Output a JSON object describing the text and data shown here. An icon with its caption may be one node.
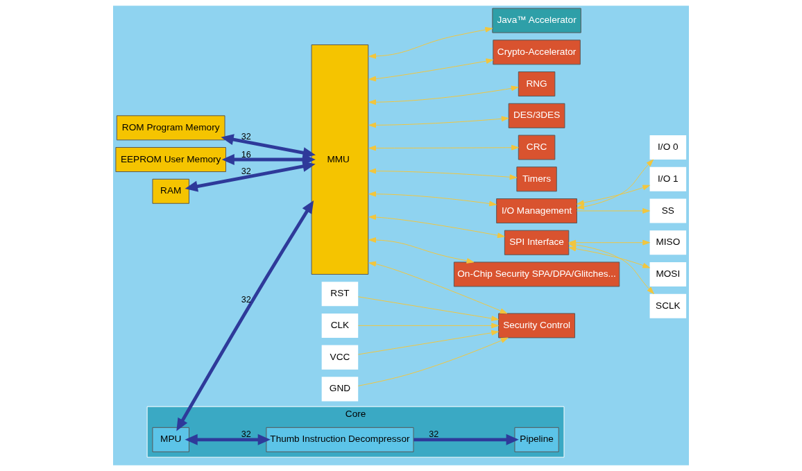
{
  "diagram": {
    "nodes": [
      {
        "text": [
          "ROM Program Memory"
        ]
      },
      {
        "text": [
          "EEPROM User Memory"
        ]
      },
      {
        "text": [
          "RAM"
        ]
      },
      {
        "text": [
          "Core"
        ]
      },
      {
        "text": [
          "MPU"
        ],
        "in": 3
      },
      {
        "text": [
          "Thumb Instruction Decompressor"
        ],
        "in": 3
      },
      {
        "text": [
          "Pipeline"
        ],
        "in": 3
      },
      {
        "text": [
          "MMU"
        ]
      },
      {
        "text": [
          "Java™ Accelerator"
        ]
      },
      {
        "text": [
          "Crypto-Accelerator"
        ]
      },
      {
        "text": [
          "RNG"
        ]
      },
      {
        "text": [
          "DES/3DES"
        ]
      },
      {
        "text": [
          "CRC"
        ]
      },
      {
        "text": [
          "Timers"
        ]
      },
      {
        "text": [
          "I/O Management"
        ]
      },
      {
        "text": [
          "SPI Interface"
        ]
      },
      {
        "text": [
          "On-Chip Security SPA/DPA/Glitches..."
        ]
      },
      {
        "text": [
          "Security Control"
        ]
      },
      {
        "text": [
          "I/O 0"
        ]
      },
      {
        "text": [
          "I/O 1"
        ]
      },
      {
        "text": [
          "SS"
        ]
      },
      {
        "text": [
          "MISO"
        ]
      },
      {
        "text": [
          "MOSI"
        ]
      },
      {
        "text": [
          "SCLK"
        ]
      },
      {
        "text": [
          "RST"
        ]
      },
      {
        "text": [
          "CLK"
        ]
      },
      {
        "text": [
          "VCC"
        ]
      },
      {
        "text": [
          "GND"
        ]
      }
    ],
    "edges": [
      {
        "from": 0,
        "to": 7,
        "arrow": "both",
        "label": "32",
        "style": "thick",
        "color": "#2e3a9a"
      },
      {
        "from": 1,
        "to": 7,
        "arrow": "both",
        "label": "16",
        "style": "thick",
        "color": "#2e3a9a"
      },
      {
        "from": 2,
        "to": 7,
        "arrow": "both",
        "label": "32",
        "style": "thick",
        "color": "#2e3a9a"
      },
      {
        "from": 4,
        "to": 7,
        "arrow": "both",
        "label": "32",
        "style": "thick",
        "color": "#2e3a9a"
      },
      {
        "from": 4,
        "to": 5,
        "arrow": "both",
        "label": "32",
        "style": "thick",
        "color": "#2e3a9a"
      },
      {
        "from": 5,
        "to": 6,
        "arrow": "to",
        "label": "32",
        "style": "thick",
        "color": "#2e3a9a"
      },
      {
        "from": 7,
        "to": 8,
        "arrow": "both"
      },
      {
        "from": 7,
        "to": 9,
        "arrow": "both"
      },
      {
        "from": 7,
        "to": 10,
        "arrow": "both"
      },
      {
        "from": 7,
        "to": 11,
        "arrow": "both"
      },
      {
        "from": 7,
        "to": 12,
        "arrow": "both"
      },
      {
        "from": 7,
        "to": 13,
        "arrow": "both"
      },
      {
        "from": 7,
        "to": 14,
        "arrow": "both"
      },
      {
        "from": 7,
        "to": 15,
        "arrow": "both"
      },
      {
        "from": 7,
        "to": 16,
        "arrow": "both"
      },
      {
        "from": 7,
        "to": 17,
        "arrow": "both"
      },
      {
        "from": 14,
        "to": 18,
        "arrow": "both"
      },
      {
        "from": 14,
        "to": 19,
        "arrow": "both"
      },
      {
        "from": 14,
        "to": 20,
        "arrow": "to"
      },
      {
        "from": 15,
        "to": 21,
        "arrow": "both"
      },
      {
        "from": 15,
        "to": 22,
        "arrow": "both"
      },
      {
        "from": 15,
        "to": 23,
        "arrow": "both"
      },
      {
        "from": 24,
        "to": 17,
        "arrow": "to"
      },
      {
        "from": 25,
        "to": 17,
        "arrow": "to"
      },
      {
        "from": 26,
        "to": 17,
        "arrow": "to"
      },
      {
        "from": 27,
        "to": 17,
        "arrow": "to"
      }
    ]
  }
}
